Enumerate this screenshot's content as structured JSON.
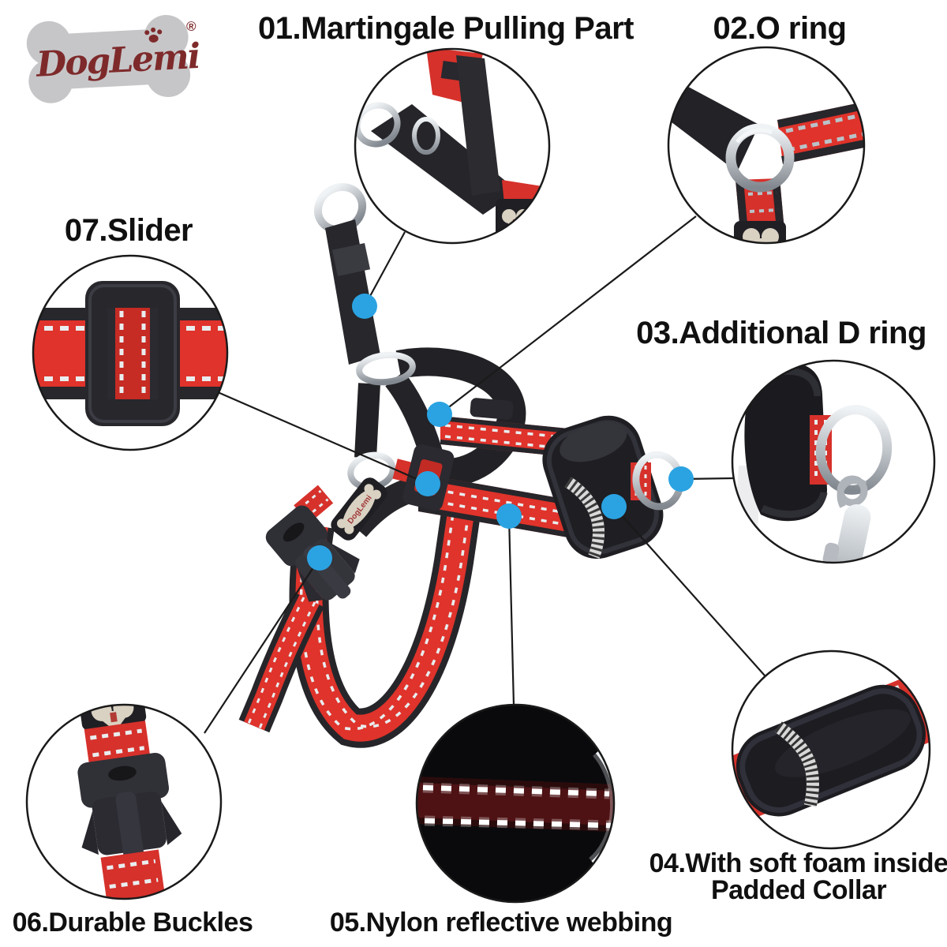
{
  "brand": {
    "name": "DogLemi",
    "registered_mark": "®",
    "patch_text": "DogLemi"
  },
  "callout_labels": {
    "l01": "01.Martingale Pulling Part",
    "l02": "02.O ring",
    "l03": "03.Additional D ring",
    "l04_line1": "04.With soft foam inside",
    "l04_line2": "Padded Collar",
    "l05": "05.Nylon reflective webbing",
    "l06": "06.Durable Buckles",
    "l07": "07.Slider"
  },
  "colors": {
    "background": "#FFFFFF",
    "label_text": "#101010",
    "accent_dot": "#2BA3E2",
    "callout_line": "#1A1A1A",
    "webbing_red": "#DF332B",
    "webbing_dark_red": "#4E1214",
    "webbing_black": "#26262B",
    "metal_silver": "#C2C7CC",
    "logo_gray": "#C6C6C8",
    "logo_text": "#7E2A2B",
    "reflective_stitch": "#E9EDEF"
  }
}
